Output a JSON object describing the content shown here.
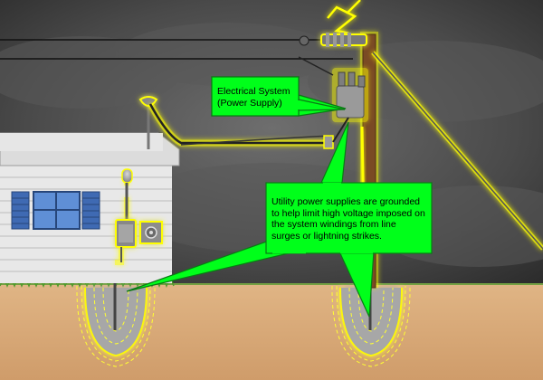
{
  "labels": {
    "electrical_system_line1": "Electrical System",
    "electrical_system_line2": "(Power Supply)",
    "grounding_note": "Utility power supplies are grounded to help limit high voltage imposed on the system windings from line surges or lightning strikes."
  },
  "colors": {
    "callout_green": "#00ff1a",
    "glow_yellow": "#ffff00",
    "soil": "#d9a878",
    "grass": "#4f9a2c",
    "pole_wood": "#7a4a24",
    "siding": "#ebebeb",
    "window_blue": "#3f6ab3"
  },
  "icons": [
    "lightning-bolt-icon",
    "transformer-icon",
    "electric-meter-icon",
    "ground-rod-icon"
  ]
}
